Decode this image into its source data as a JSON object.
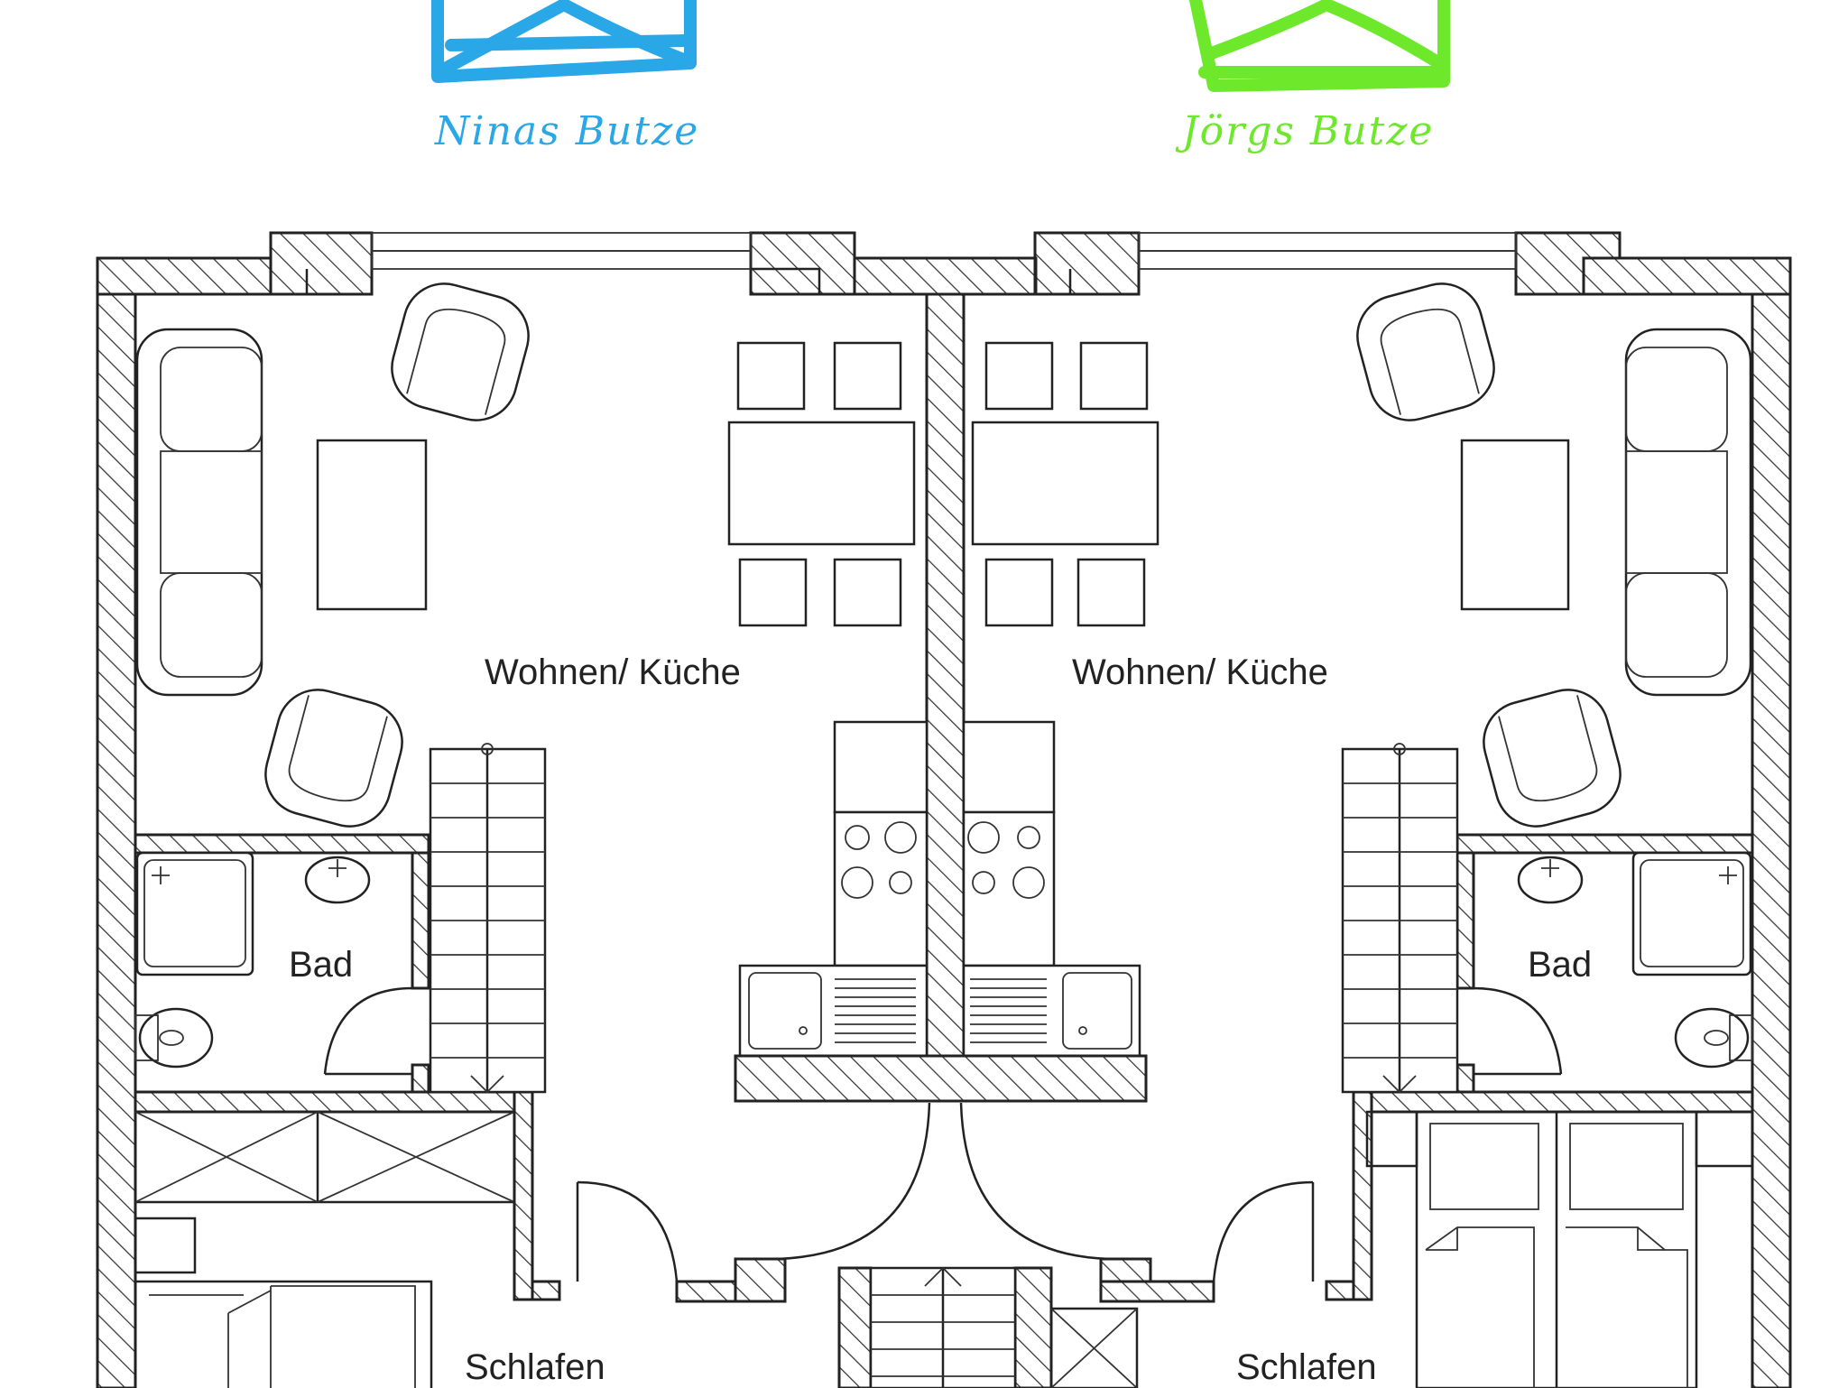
{
  "logos": {
    "left": {
      "text": "Ninas Butze",
      "color": "#2aa7e6"
    },
    "right": {
      "text": "Jörgs Butze",
      "color": "#6ee82a"
    }
  },
  "rooms": {
    "left_living": "Wohnen/ Küche",
    "right_living": "Wohnen/ Küche",
    "left_bath": "Bad",
    "right_bath": "Bad",
    "left_sleep": "Schlafen",
    "right_sleep": "Schlafen"
  },
  "colors": {
    "line": "#222222",
    "background": "#ffffff"
  }
}
